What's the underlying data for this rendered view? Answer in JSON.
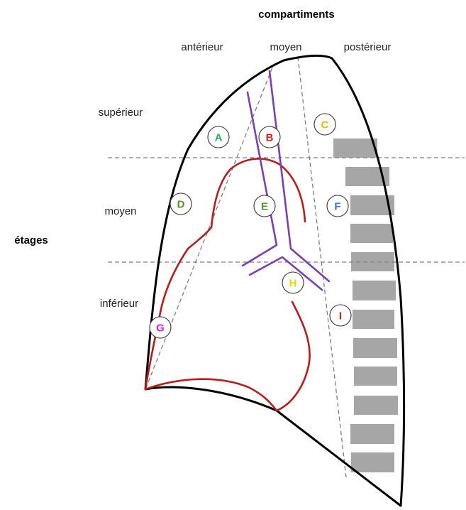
{
  "diagram": {
    "title": "compartiments",
    "compartments": {
      "anterior": "antérieur",
      "middle": "moyen",
      "posterior": "postérieur"
    },
    "levels_title": "étages",
    "levels": {
      "superior": "supérieur",
      "middle": "moyen",
      "inferior": "inférieur"
    },
    "markers": [
      {
        "letter": "A",
        "color": "#27ae60"
      },
      {
        "letter": "B",
        "color": "#e02020"
      },
      {
        "letter": "C",
        "color": "#e6b800"
      },
      {
        "letter": "D",
        "color": "#5a8f29"
      },
      {
        "letter": "E",
        "color": "#5a8f29"
      },
      {
        "letter": "F",
        "color": "#2e75c9"
      },
      {
        "letter": "G",
        "color": "#e020c8"
      },
      {
        "letter": "H",
        "color": "#e6d800"
      },
      {
        "letter": "I",
        "color": "#d81c1c"
      }
    ],
    "colors": {
      "outline": "#000000",
      "heart": "#b81c1c",
      "trachea": "#7b3fb0",
      "vertebrae": "#a6a6a6",
      "dashed": "#7f7f7f"
    }
  }
}
